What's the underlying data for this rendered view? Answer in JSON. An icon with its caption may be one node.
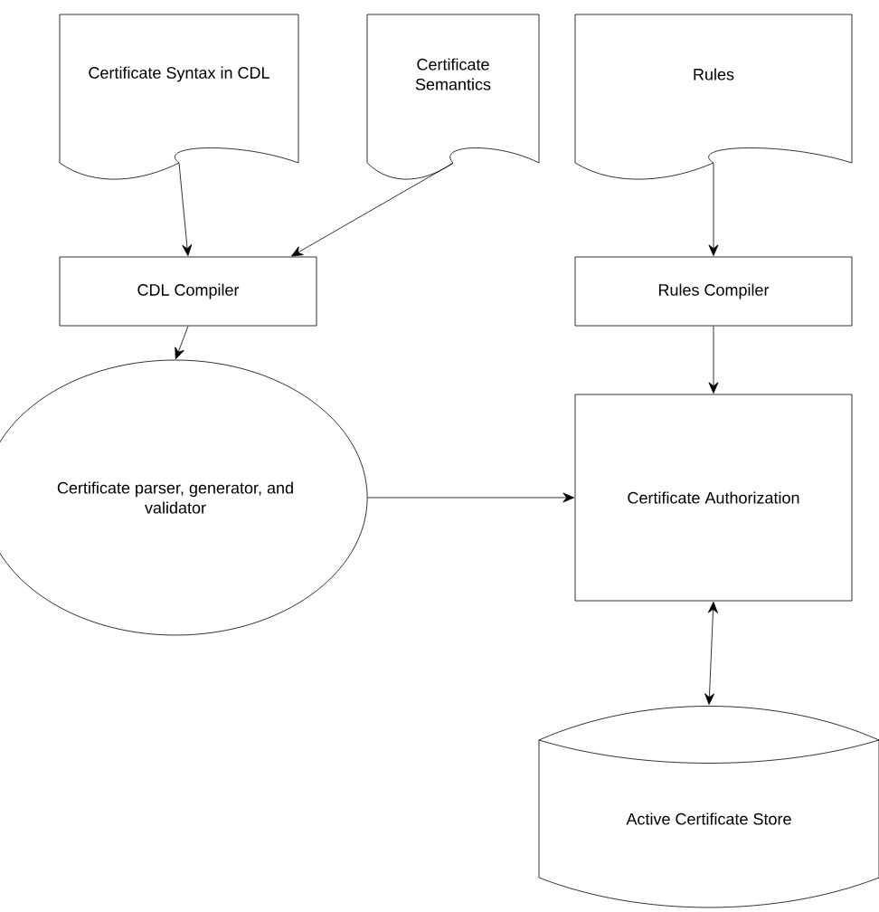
{
  "diagram": {
    "nodes": [
      {
        "text": [
          "Certificate Syntax in CDL"
        ]
      },
      {
        "text": [
          "Certificate Semantics"
        ]
      },
      {
        "text": [
          "Rules"
        ]
      },
      {
        "text": [
          "CDL Compiler"
        ]
      },
      {
        "text": [
          "Rules Compiler"
        ]
      },
      {
        "text": [
          "Certificate parser, generator, and validator"
        ]
      },
      {
        "text": [
          "Certificate Authorization"
        ]
      },
      {
        "text": [
          "Active Certificate Store"
        ]
      }
    ],
    "edges": [
      {
        "from": 0,
        "to": 3,
        "arrow": "to"
      },
      {
        "from": 1,
        "to": 3,
        "arrow": "to"
      },
      {
        "from": 2,
        "to": 4,
        "arrow": "to"
      },
      {
        "from": 3,
        "to": 5,
        "arrow": "to"
      },
      {
        "from": 4,
        "to": 6,
        "arrow": "to"
      },
      {
        "from": 5,
        "to": 6,
        "arrow": "to"
      },
      {
        "from": 6,
        "to": 7,
        "arrow": "both"
      }
    ]
  }
}
